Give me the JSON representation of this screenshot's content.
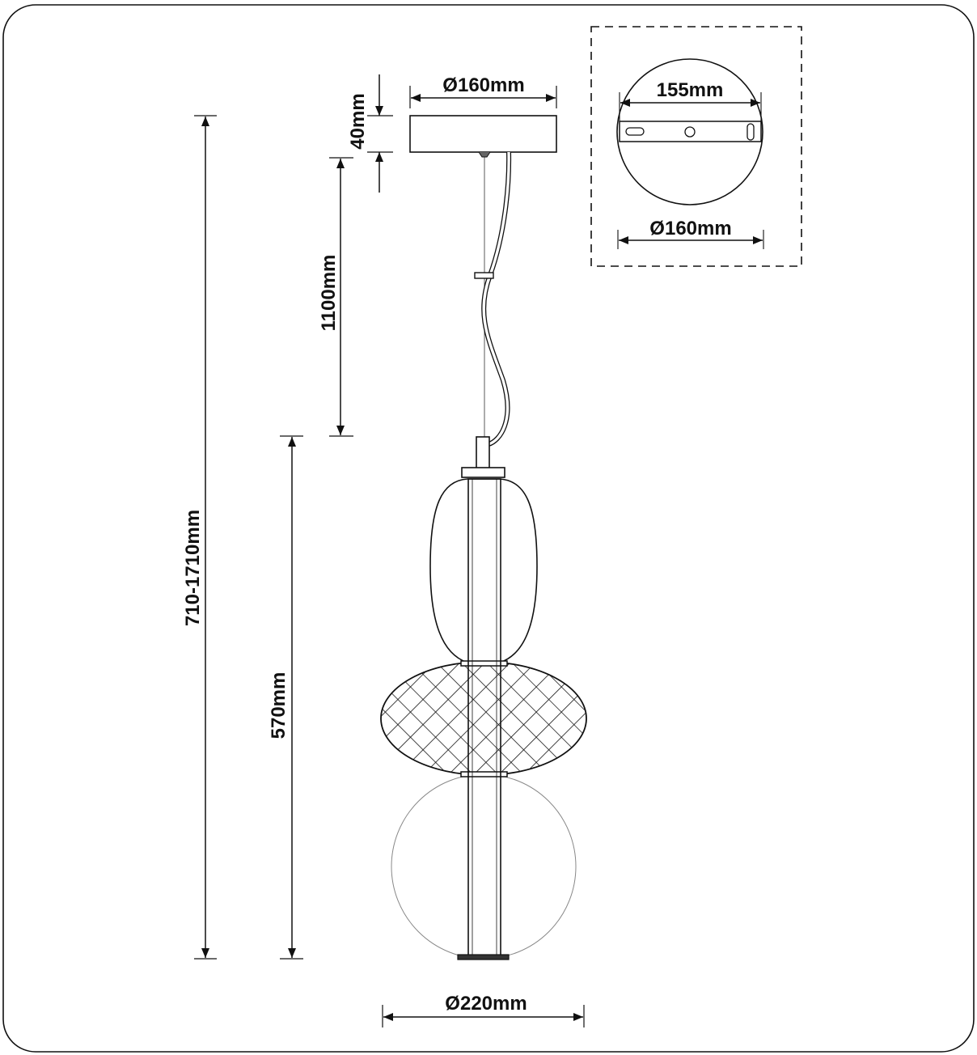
{
  "labels": {
    "canopy_diameter": "Ø160mm",
    "canopy_height": "40mm",
    "cable_length": "1100mm",
    "total_height": "710-1710mm",
    "body_height": "570mm",
    "body_diameter": "Ø220mm",
    "plate_width": "155mm",
    "base_diameter": "Ø160mm"
  }
}
